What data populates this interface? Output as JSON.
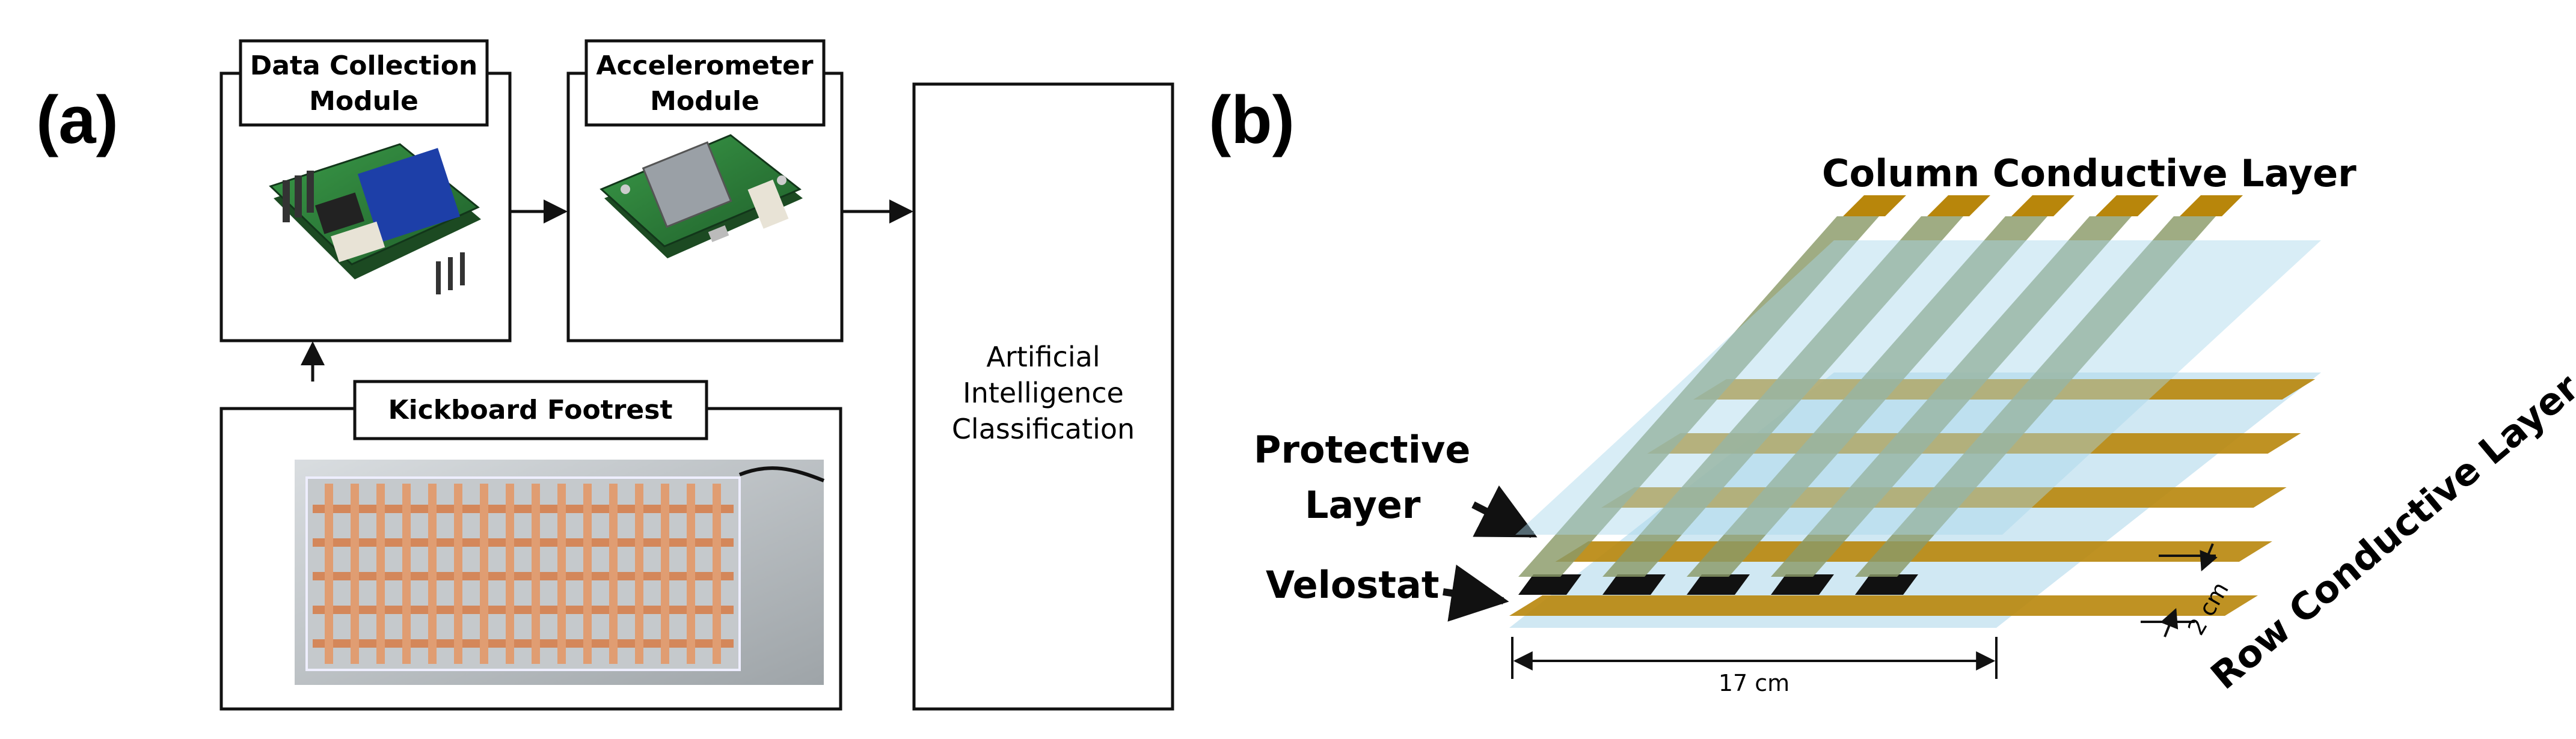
{
  "panel_a": {
    "label": "(a)",
    "data_collection": {
      "title_line1": "Data Collection",
      "title_line2": "Module"
    },
    "accelerometer": {
      "title_line1": "Accelerometer",
      "title_line2": "Module"
    },
    "ai": {
      "line1": "Artificial",
      "line2": "Intelligence",
      "line3": "Classification"
    },
    "footrest": {
      "title": "Kickboard Footrest"
    }
  },
  "panel_b": {
    "label": "(b)",
    "column_layer": "Column  Conductive  Layer",
    "row_layer": "Row Conductive Layer",
    "protective_line1": "Protective",
    "protective_line2": "Layer",
    "velostat": "Velostat",
    "width_dim": "17 cm",
    "strip_dim": "2 cm"
  },
  "colors": {
    "copper": "#b8860b",
    "protective": "#a9d6ea",
    "velostat": "#111111",
    "pcb_green": "#2e7d3a",
    "column_strip": "#8a9a68"
  }
}
